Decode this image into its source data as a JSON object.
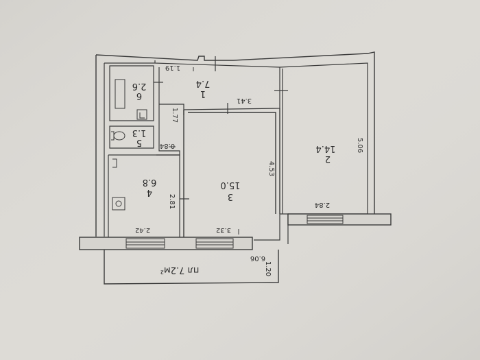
{
  "rooms": [
    {
      "number": "1",
      "area": "7.4"
    },
    {
      "number": "2",
      "area": "14.4"
    },
    {
      "number": "3",
      "area": "15.0"
    },
    {
      "number": "4",
      "area": "6.8"
    },
    {
      "number": "5",
      "area": "1.3"
    },
    {
      "number": "6",
      "area": "2.6"
    }
  ],
  "dimensions": {
    "hall_width": "1.19",
    "hall_length": "3.41",
    "hall_height": "1.77",
    "wc_width": "0.84",
    "big_room_depth": "5.06",
    "big_room_width": "2.84",
    "living_depth": "4.53",
    "living_width": "3.32",
    "kitchen_depth": "2.81",
    "kitchen_width": "2.42",
    "balcony_length": "6.06",
    "balcony_depth": "1.20"
  },
  "balcony_area": "пл 7.2м²"
}
